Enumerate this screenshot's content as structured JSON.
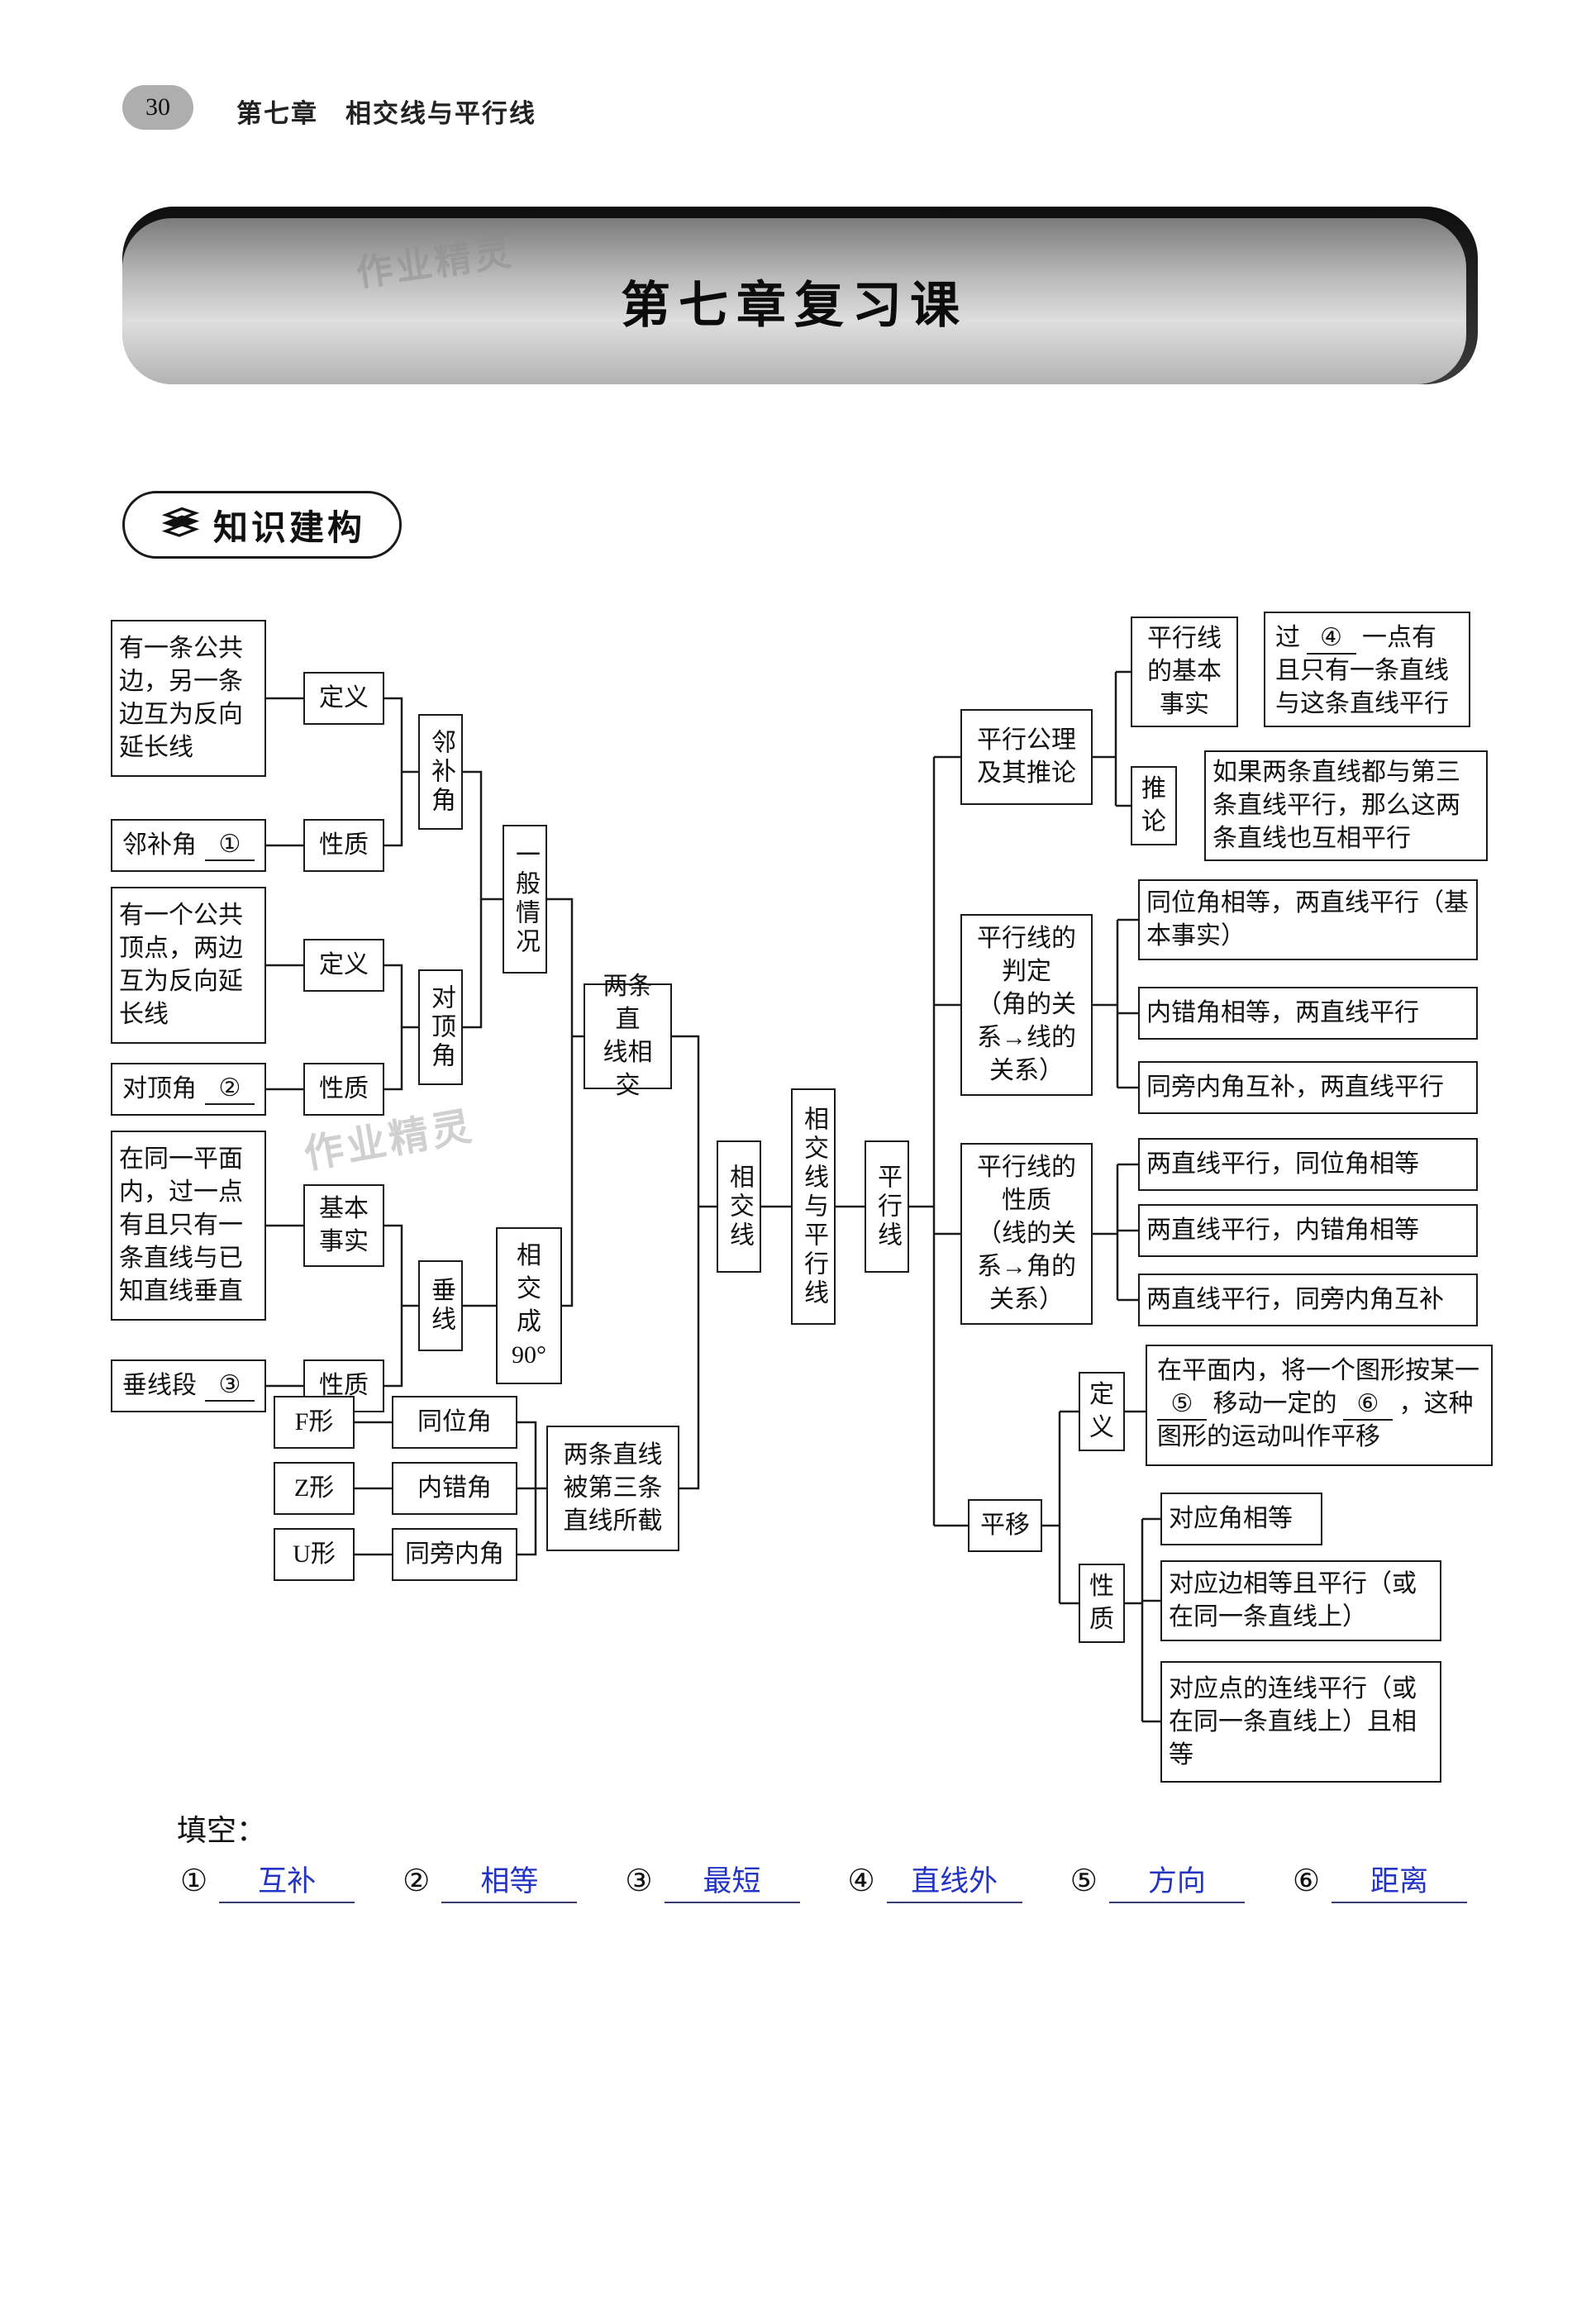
{
  "page": {
    "number": "30",
    "chapter_header": "第七章　相交线与平行线",
    "banner_title": "第七章复习课",
    "section_title": "知识建构",
    "watermark": "作业精灵"
  },
  "colors": {
    "answer_blue": "#2334c4",
    "banner_dark": "#1a1a1a",
    "banner_gray": "#b9b9b9",
    "pill_gray": "#aeaeae"
  },
  "diagram": {
    "nodes": {
      "a1": "有一条公共边，另一条边互为反向延长线",
      "a2": {
        "label": "邻补角",
        "blank": "①"
      },
      "a3": "有一个公共顶点，两边互为反向延长线",
      "a4": {
        "label": "对顶角",
        "blank": "②"
      },
      "a5": "在同一平面内，过一点有且只有一条直线与已知直线垂直",
      "a6": {
        "label": "垂线段",
        "blank": "③"
      },
      "b1": "定义",
      "b2": "性质",
      "b3": "定义",
      "b4": "性质",
      "b5": "基本事实",
      "b6": "性质",
      "c1": "邻补角",
      "c2": "对顶角",
      "c3": "垂线",
      "d1": "一般情况",
      "d2": "相\n交\n成\n90°",
      "e1": "两条直\n线相交",
      "e2": "两条直线\n被第三条\n直线所截",
      "f1": "F形",
      "f2": "Z形",
      "f3": "U形",
      "g1": "同位角",
      "g2": "内错角",
      "g3": "同旁内角",
      "h": "相交线",
      "i": "相交线与平行线",
      "j": "平行线",
      "k1": "平行公理\n及其推论",
      "k2": "平行线的\n判定\n（角的关\n系→线的\n关系）",
      "k3": "平行线的\n性质\n（线的关\n系→角的\n关系）",
      "k4": "平移",
      "l1": "平行线\n的基本\n事实",
      "l2": "推\n论",
      "l3": "定\n义",
      "l4": "性\n质",
      "m1": {
        "t1": "过",
        "b1": "④",
        "t2": "一点有且只有一条直线与这条直线平行"
      },
      "m2": "如果两条直线都与第三条直线平行，那么这两条直线也互相平行",
      "m3": "同位角相等，两直线平行（基本事实）",
      "m4": "内错角相等，两直线平行",
      "m5": "同旁内角互补，两直线平行",
      "m6": "两直线平行，同位角相等",
      "m7": "两直线平行，内错角相等",
      "m8": "两直线平行，同旁内角互补",
      "m9": {
        "t1": "在平面内，将一个图形按某一",
        "b1": "⑤",
        "t2": "移动一定的",
        "b2": "⑥",
        "t3": "，这种图形的运动叫作平移"
      },
      "m10": "对应角相等",
      "m11": "对应边相等且平行（或在同一条直线上）",
      "m12": "对应点的连线平行（或在同一条直线上）且相等"
    }
  },
  "fill": {
    "label": "填空：",
    "items": [
      {
        "num": "①",
        "answer": "互补"
      },
      {
        "num": "②",
        "answer": "相等"
      },
      {
        "num": "③",
        "answer": "最短"
      },
      {
        "num": "④",
        "answer": "直线外"
      },
      {
        "num": "⑤",
        "answer": "方向"
      },
      {
        "num": "⑥",
        "answer": "距离"
      }
    ]
  }
}
